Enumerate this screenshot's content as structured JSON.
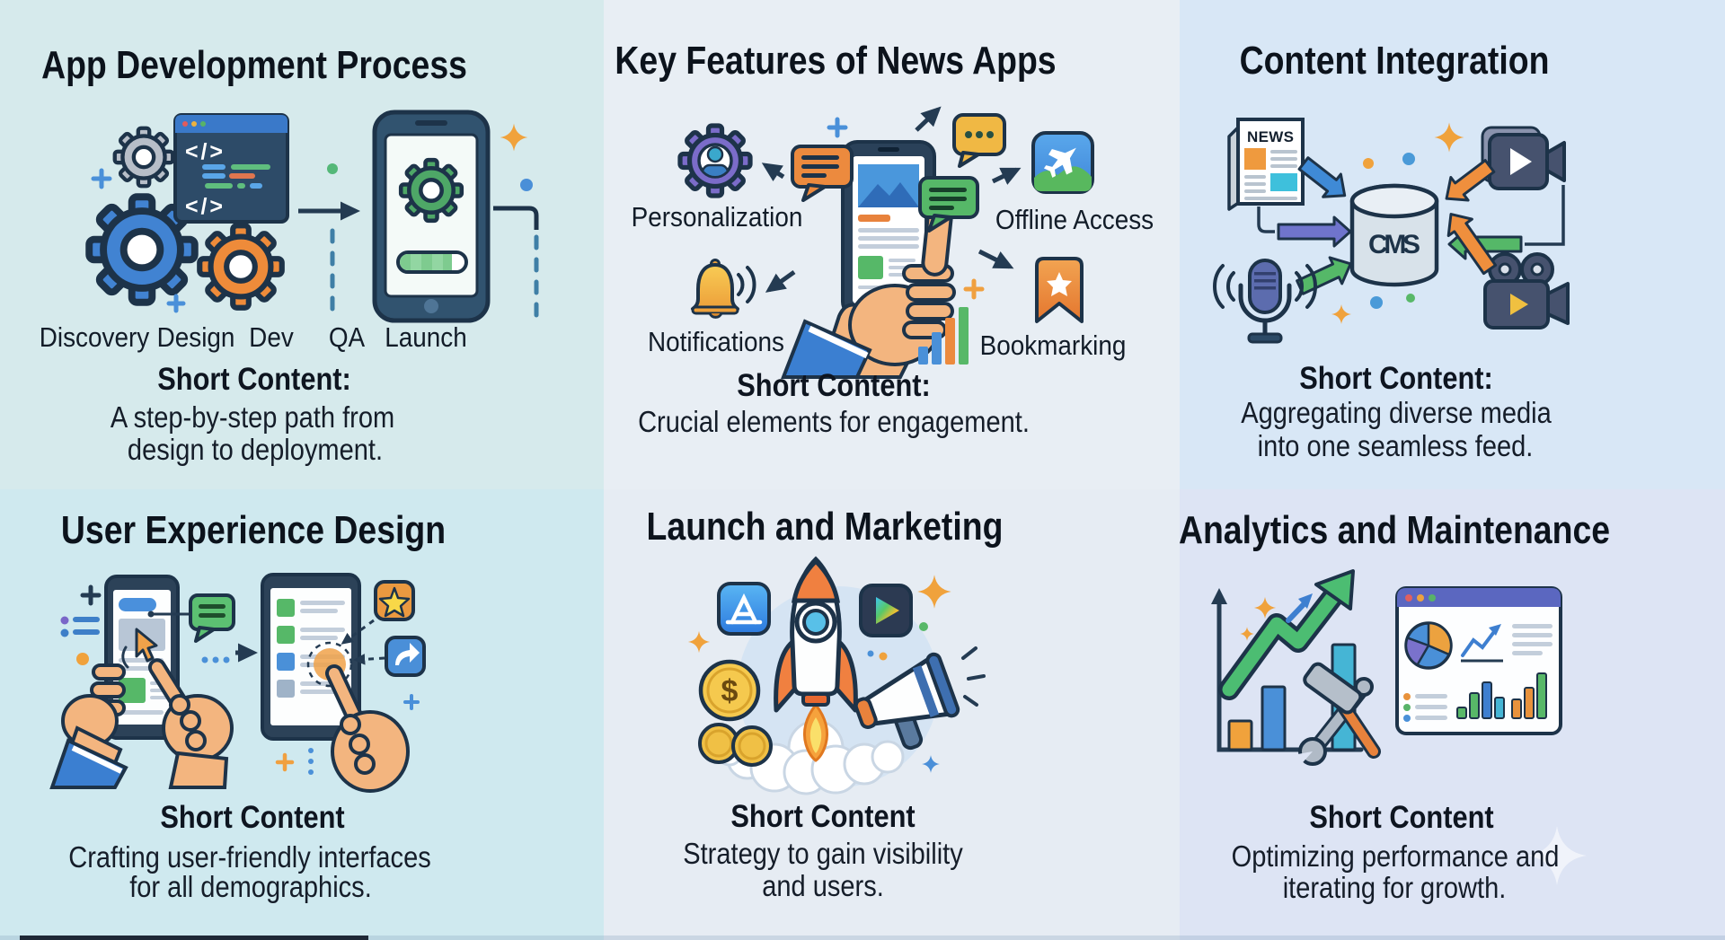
{
  "panels": [
    {
      "id": "app-development-process",
      "title": "App Development Process",
      "steps": [
        "Discovery",
        "Design",
        "Dev",
        "QA",
        "Launch"
      ],
      "code_glyph_top": "</>",
      "code_glyph_bottom": "</>",
      "caption_heading": "Short Content:",
      "caption_lines": [
        "A step-by-step path from",
        "design to deployment."
      ]
    },
    {
      "id": "key-features-of-news-apps",
      "title": "Key Features of News Apps",
      "labels": {
        "personalization": "Personalization",
        "offline_access": "Offline Access",
        "notifications": "Notifications",
        "bookmarking": "Bookmarking"
      },
      "caption_heading": "Short Content:",
      "caption_lines": [
        "Crucial elements for engagement."
      ]
    },
    {
      "id": "content-integration",
      "title": "Content Integration",
      "labels": {
        "news": "NEWS",
        "cms": "CMS"
      },
      "caption_heading": "Short Content:",
      "caption_lines": [
        "Aggregating diverse media",
        "into one seamless feed."
      ]
    },
    {
      "id": "user-experience-design",
      "title": "User Experience Design",
      "caption_heading": "Short Content",
      "caption_lines": [
        "Crafting user-friendly interfaces",
        "for all demographics."
      ]
    },
    {
      "id": "launch-and-marketing",
      "title": "Launch and Marketing",
      "labels": {
        "coin_symbol": "$"
      },
      "caption_heading": "Short Content",
      "caption_lines": [
        "Strategy to gain visibility",
        "and users."
      ]
    },
    {
      "id": "analytics-and-maintenance",
      "title": "Analytics and Maintenance",
      "caption_heading": "Short Content",
      "caption_lines": [
        "Optimizing performance and",
        "iterating for growth."
      ]
    }
  ],
  "colors": {
    "panel_backgrounds": [
      "#d6eaec",
      "#e8eef4",
      "#d8e7f6",
      "#cfe9ef",
      "#e6ecf3",
      "#dde4f4"
    ],
    "outline": "#1d3349",
    "title_text": "#0c131c",
    "body_text": "#151d29",
    "blue": "#4a90d8",
    "green": "#58b868",
    "orange": "#ee8b3a",
    "purple": "#7b6cc9",
    "yellow": "#f0b844",
    "slate": "#46526e"
  }
}
